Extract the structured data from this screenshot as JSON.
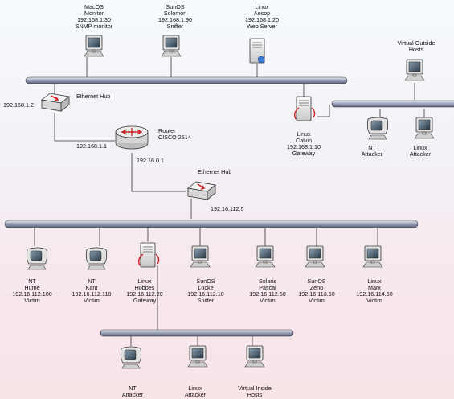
{
  "top_hosts": [
    {
      "lines": "MacOS\nMonitor\n192.168.1.30\nSNMP monitor"
    },
    {
      "lines": "SunOS\nSolomon\n192.168.1.90\nSniffer"
    },
    {
      "lines": "Linux\nAesop\n192.168.1.20\nWeb Server"
    }
  ],
  "outside": {
    "label": "Virtual Outside\nHosts"
  },
  "hub1": {
    "name": "Ethernet Hub",
    "ip": "192.168.1.2"
  },
  "router": {
    "name": "Router\nCISCO 2514",
    "ip_top": "192.168.1.1",
    "ip_bottom": "192.16.0.1"
  },
  "calvin": {
    "lines": "Linux\nCalvin\n192.168.1.10\nGateway"
  },
  "right_attackers": [
    {
      "lines": "NT\nAttacker"
    },
    {
      "lines": "Linux\nAttacker"
    }
  ],
  "hub2": {
    "name": "Ethernet Hub",
    "ip": "192.16.112.5"
  },
  "lan_hosts": [
    {
      "lines": "NT\nHume\n192.16.112.100\nVictim"
    },
    {
      "lines": "NT\nKant\n192.16.112.110\nVictim"
    },
    {
      "lines": "Linux\nHobbes\n192.16.112.20\nGateway"
    },
    {
      "lines": "SunOS\nLocke\n192.16.112.10\nSniffer"
    },
    {
      "lines": "Solaris\nPascal\n192.16.112.50\nVictim"
    },
    {
      "lines": "SunOS\nZeno\n192.16.113.50\nVictim"
    },
    {
      "lines": "Linux\nMarx\n192.16.114.50\nVictim"
    }
  ],
  "bottom_hosts": [
    {
      "lines": "NT\nAttacker"
    },
    {
      "lines": "Linux\nAttacker"
    },
    {
      "lines": "Virtual Inside\nHosts"
    }
  ]
}
